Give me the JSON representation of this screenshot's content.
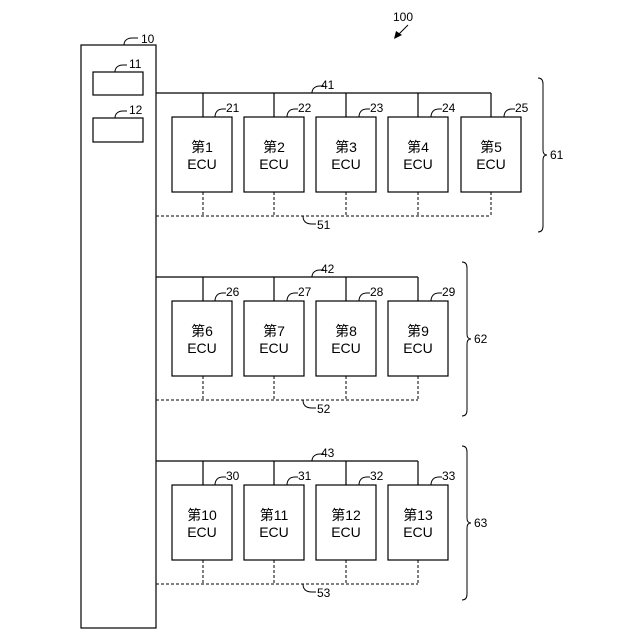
{
  "system_label": "100",
  "gateway": {
    "label": "10",
    "sub_units": [
      {
        "label": "11"
      },
      {
        "label": "12"
      }
    ]
  },
  "groups": [
    {
      "label": "61",
      "bus_label": "41",
      "sub_bus_label": "51",
      "ecus": [
        {
          "label": "21",
          "line1": "第1",
          "line2": "ECU"
        },
        {
          "label": "22",
          "line1": "第2",
          "line2": "ECU"
        },
        {
          "label": "23",
          "line1": "第3",
          "line2": "ECU"
        },
        {
          "label": "24",
          "line1": "第4",
          "line2": "ECU"
        },
        {
          "label": "25",
          "line1": "第5",
          "line2": "ECU"
        }
      ]
    },
    {
      "label": "62",
      "bus_label": "42",
      "sub_bus_label": "52",
      "ecus": [
        {
          "label": "26",
          "line1": "第6",
          "line2": "ECU"
        },
        {
          "label": "27",
          "line1": "第7",
          "line2": "ECU"
        },
        {
          "label": "28",
          "line1": "第8",
          "line2": "ECU"
        },
        {
          "label": "29",
          "line1": "第9",
          "line2": "ECU"
        }
      ]
    },
    {
      "label": "63",
      "bus_label": "43",
      "sub_bus_label": "53",
      "ecus": [
        {
          "label": "30",
          "line1": "第10",
          "line2": "ECU"
        },
        {
          "label": "31",
          "line1": "第11",
          "line2": "ECU"
        },
        {
          "label": "32",
          "line1": "第12",
          "line2": "ECU"
        },
        {
          "label": "33",
          "line1": "第13",
          "line2": "ECU"
        }
      ]
    }
  ]
}
